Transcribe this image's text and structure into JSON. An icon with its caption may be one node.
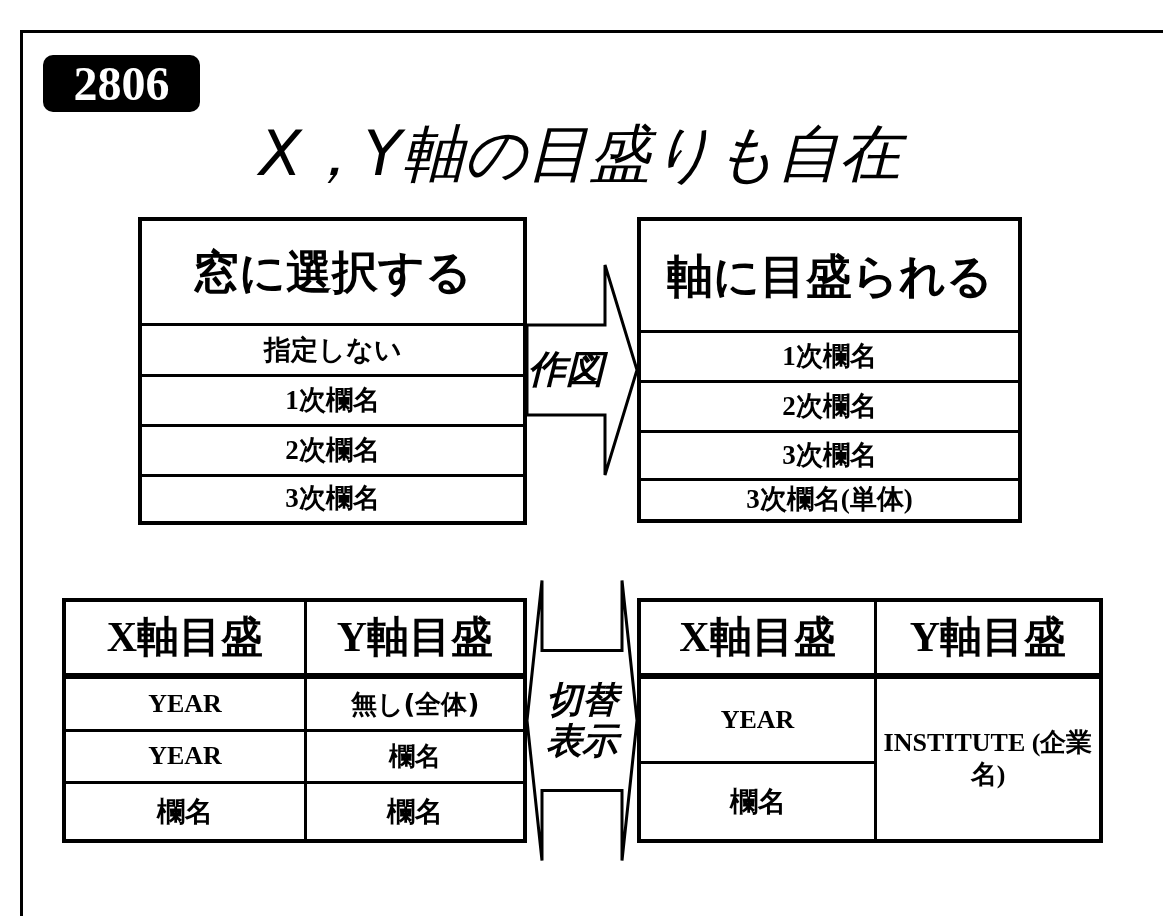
{
  "diagram": {
    "title": "X，Y軸の目盛りも自在",
    "nodes": [
      {
        "text": [
          "2806"
        ]
      },
      {
        "text": [
          "窓に選択する"
        ]
      },
      {
        "text": [
          "指定しない"
        ],
        "in": 1
      },
      {
        "text": [
          "1次欄名"
        ],
        "in": 1
      },
      {
        "text": [
          "2次欄名"
        ],
        "in": 1
      },
      {
        "text": [
          "3次欄名"
        ],
        "in": 1
      },
      {
        "text": [
          "軸に目盛られる"
        ]
      },
      {
        "text": [
          "1次欄名"
        ],
        "in": 6
      },
      {
        "text": [
          "2次欄名"
        ],
        "in": 6
      },
      {
        "text": [
          "3次欄名"
        ],
        "in": 6
      },
      {
        "text": [
          "3次欄名(単体)"
        ],
        "in": 6
      },
      {
        "text": [],
        "shape": "box"
      },
      {
        "text": [
          "X軸目盛"
        ],
        "in": 11
      },
      {
        "text": [
          "Y軸目盛"
        ],
        "in": 11
      },
      {
        "text": [
          "YEAR"
        ],
        "in": 11
      },
      {
        "text": [
          "無し(全体)"
        ],
        "in": 11
      },
      {
        "text": [
          "YEAR"
        ],
        "in": 11
      },
      {
        "text": [
          "欄名"
        ],
        "in": 11
      },
      {
        "text": [
          "欄名"
        ],
        "in": 11
      },
      {
        "text": [
          "欄名"
        ],
        "in": 11
      },
      {
        "text": [],
        "shape": "box"
      },
      {
        "text": [
          "X軸目盛"
        ],
        "in": 20
      },
      {
        "text": [
          "Y軸目盛"
        ],
        "in": 20
      },
      {
        "text": [
          "YEAR"
        ],
        "in": 20
      },
      {
        "text": [
          "INSTITUTE (企業名)"
        ],
        "in": 20
      },
      {
        "text": [
          "欄名"
        ],
        "in": 20
      }
    ],
    "edges": [
      {
        "from": 1,
        "to": 6,
        "arrow": "to",
        "label": "作図"
      },
      {
        "from": 11,
        "to": 20,
        "arrow": "both",
        "label": "切替表示"
      }
    ]
  }
}
